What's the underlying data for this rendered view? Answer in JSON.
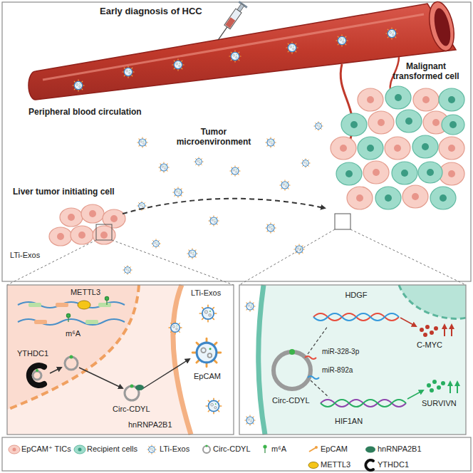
{
  "diagram": {
    "labels": [
      "Early diagnosis of HCC",
      "Malignant transformed cell",
      "Peripheral blood circulation",
      "Tumor microenvironment",
      "Liver tumor initiating cell",
      "LTi-Exos",
      "METTL3",
      "m⁶A",
      "YTHDC1",
      "LTi-Exos",
      "EpCAM",
      "Circ-CDYL",
      "hnRNPA2B1",
      "HDGF",
      "miR-328-3p",
      "C-MYC",
      "Circ-CDYL",
      "miR-892a",
      "HIF1AN",
      "SURVIVN"
    ],
    "legend": [
      {
        "text": "EpCAM⁺ TICs"
      },
      {
        "text": "Recipient cells"
      },
      {
        "text": "LTi-Exos"
      },
      {
        "text": "Circ-CDYL"
      },
      {
        "text": "m⁶A"
      },
      {
        "text": "EpCAM"
      },
      {
        "text": "hnRNPA2B1"
      },
      {
        "text": "METTL3"
      },
      {
        "text": "YTHDC1"
      }
    ]
  }
}
